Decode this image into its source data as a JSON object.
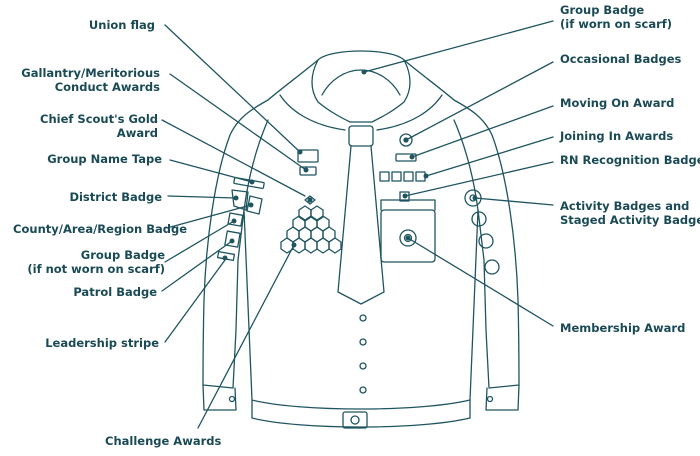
{
  "labels_left": [
    {
      "id": "union-flag",
      "lines": [
        "Union flag"
      ]
    },
    {
      "id": "gallantry",
      "lines": [
        "Gallantry/Meritorious",
        "Conduct Awards"
      ]
    },
    {
      "id": "chief-scout",
      "lines": [
        "Chief Scout's Gold",
        "Award"
      ]
    },
    {
      "id": "group-name-tape",
      "lines": [
        "Group Name Tape"
      ]
    },
    {
      "id": "district-badge",
      "lines": [
        "District Badge"
      ]
    },
    {
      "id": "county-badge",
      "lines": [
        "County/Area/Region Badge"
      ]
    },
    {
      "id": "group-badge-not-scarf",
      "lines": [
        "Group Badge",
        "(if not worn on scarf)"
      ]
    },
    {
      "id": "patrol-badge",
      "lines": [
        "Patrol Badge"
      ]
    },
    {
      "id": "leadership-stripe",
      "lines": [
        "Leadership stripe"
      ]
    },
    {
      "id": "challenge-awards",
      "lines": [
        "Challenge Awards"
      ]
    }
  ],
  "labels_right": [
    {
      "id": "group-badge-scarf",
      "lines": [
        "Group Badge",
        "(if worn on scarf)"
      ]
    },
    {
      "id": "occasional-badges",
      "lines": [
        "Occasional Badges"
      ]
    },
    {
      "id": "moving-on",
      "lines": [
        "Moving On Award"
      ]
    },
    {
      "id": "joining-in",
      "lines": [
        "Joining In Awards"
      ]
    },
    {
      "id": "rn-recognition",
      "lines": [
        "RN Recognition Badge*"
      ]
    },
    {
      "id": "activity-badges",
      "lines": [
        "Activity Badges and",
        "Staged Activity Badges"
      ]
    },
    {
      "id": "membership-award",
      "lines": [
        "Membership Award"
      ]
    }
  ],
  "colors": {
    "stroke": "#1f5560",
    "text": "#1a4a55",
    "background": "#ffffff"
  }
}
